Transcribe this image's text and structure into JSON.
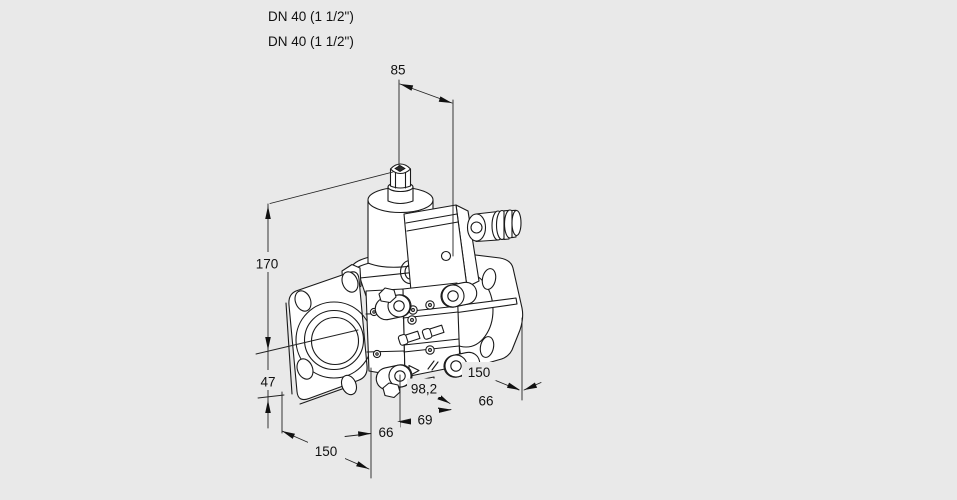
{
  "page": {
    "background_color": "#e9e9e9",
    "line_color": "#1a1a1a",
    "shape_fill_color": "#ffffff",
    "text_color": "#111111"
  },
  "header": {
    "dn_line1": "DN 40 (1 1/2\")",
    "dn_line2": "DN 40 (1 1/2\")"
  },
  "dimensions": {
    "top_width": "85",
    "overall_height": "170",
    "center_to_bottom": "47",
    "bottom_length": "150",
    "bottom_offset_a": "66",
    "bottom_offset_b": "69",
    "bottom_offset_c": "98,2",
    "right_length": "150",
    "right_offset": "66"
  }
}
